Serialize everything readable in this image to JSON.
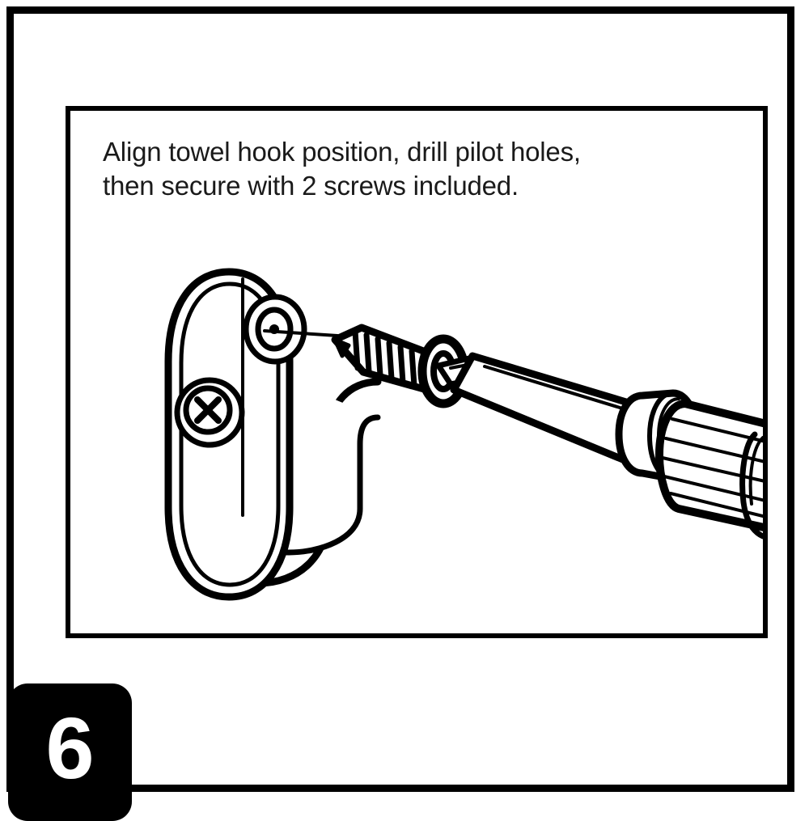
{
  "document": {
    "type": "assembly-instruction-step",
    "background_color": "#ffffff",
    "line_color": "#000000"
  },
  "frame": {
    "outer_border_color": "#000000",
    "inner_border_color": "#000000"
  },
  "instruction": {
    "text": "Align towel hook position, drill pilot holes,\nthen secure with 2 screws included.",
    "line_1": "Align towel hook position, drill pilot holes,",
    "line_2": "then secure with 2 screws included.",
    "text_color": "#1a1a1a"
  },
  "step_badge": {
    "number": "6",
    "background_color": "#000000",
    "text_color": "#ffffff"
  },
  "illustration": {
    "title": "Towel hook being fastened to wall with a screwdriver",
    "parts": [
      {
        "name": "towel-hook",
        "description": "Oval wall backplate with a J-shaped hook arm"
      },
      {
        "name": "installed-screw",
        "description": "Phillips head screw already driven into the lower mounting hole"
      },
      {
        "name": "empty-screw-hole",
        "description": "Upper countersunk mounting hole awaiting a screw"
      },
      {
        "name": "wood-screw",
        "description": "Threaded pointed screw aligned with the upper mounting hole"
      },
      {
        "name": "screwdriver",
        "description": "Flat screwdriver with tapered shaft, bolster collar and fluted handle"
      },
      {
        "name": "alignment-line",
        "description": "Thin leader line from screw tip to the empty mounting hole"
      }
    ]
  }
}
